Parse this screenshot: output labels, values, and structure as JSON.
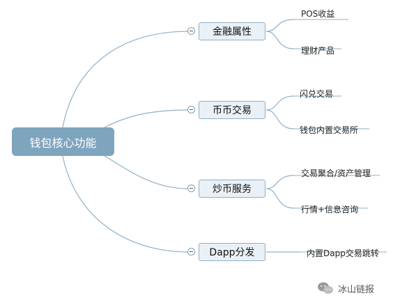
{
  "root": {
    "label": "钱包核心功能"
  },
  "branches": [
    {
      "label": "金融属性",
      "leaves": [
        "POS收益",
        "理财产品"
      ]
    },
    {
      "label": "币币交易",
      "leaves": [
        "闪兑交易",
        "钱包内置交易所"
      ]
    },
    {
      "label": "炒币服务",
      "leaves": [
        "交易聚合/资产管理",
        "行情+信息咨询"
      ]
    },
    {
      "label": "Dapp分发",
      "leaves": [
        "内置Dapp交易跳转"
      ]
    }
  ],
  "watermark": {
    "text": "冰山链报",
    "icon": "wechat-icon"
  },
  "colors": {
    "root_fill": "#7fa4bd",
    "branch_fill": "#e9f1f7",
    "branch_border": "#8eaec4",
    "connector": "#8fb0c6"
  }
}
